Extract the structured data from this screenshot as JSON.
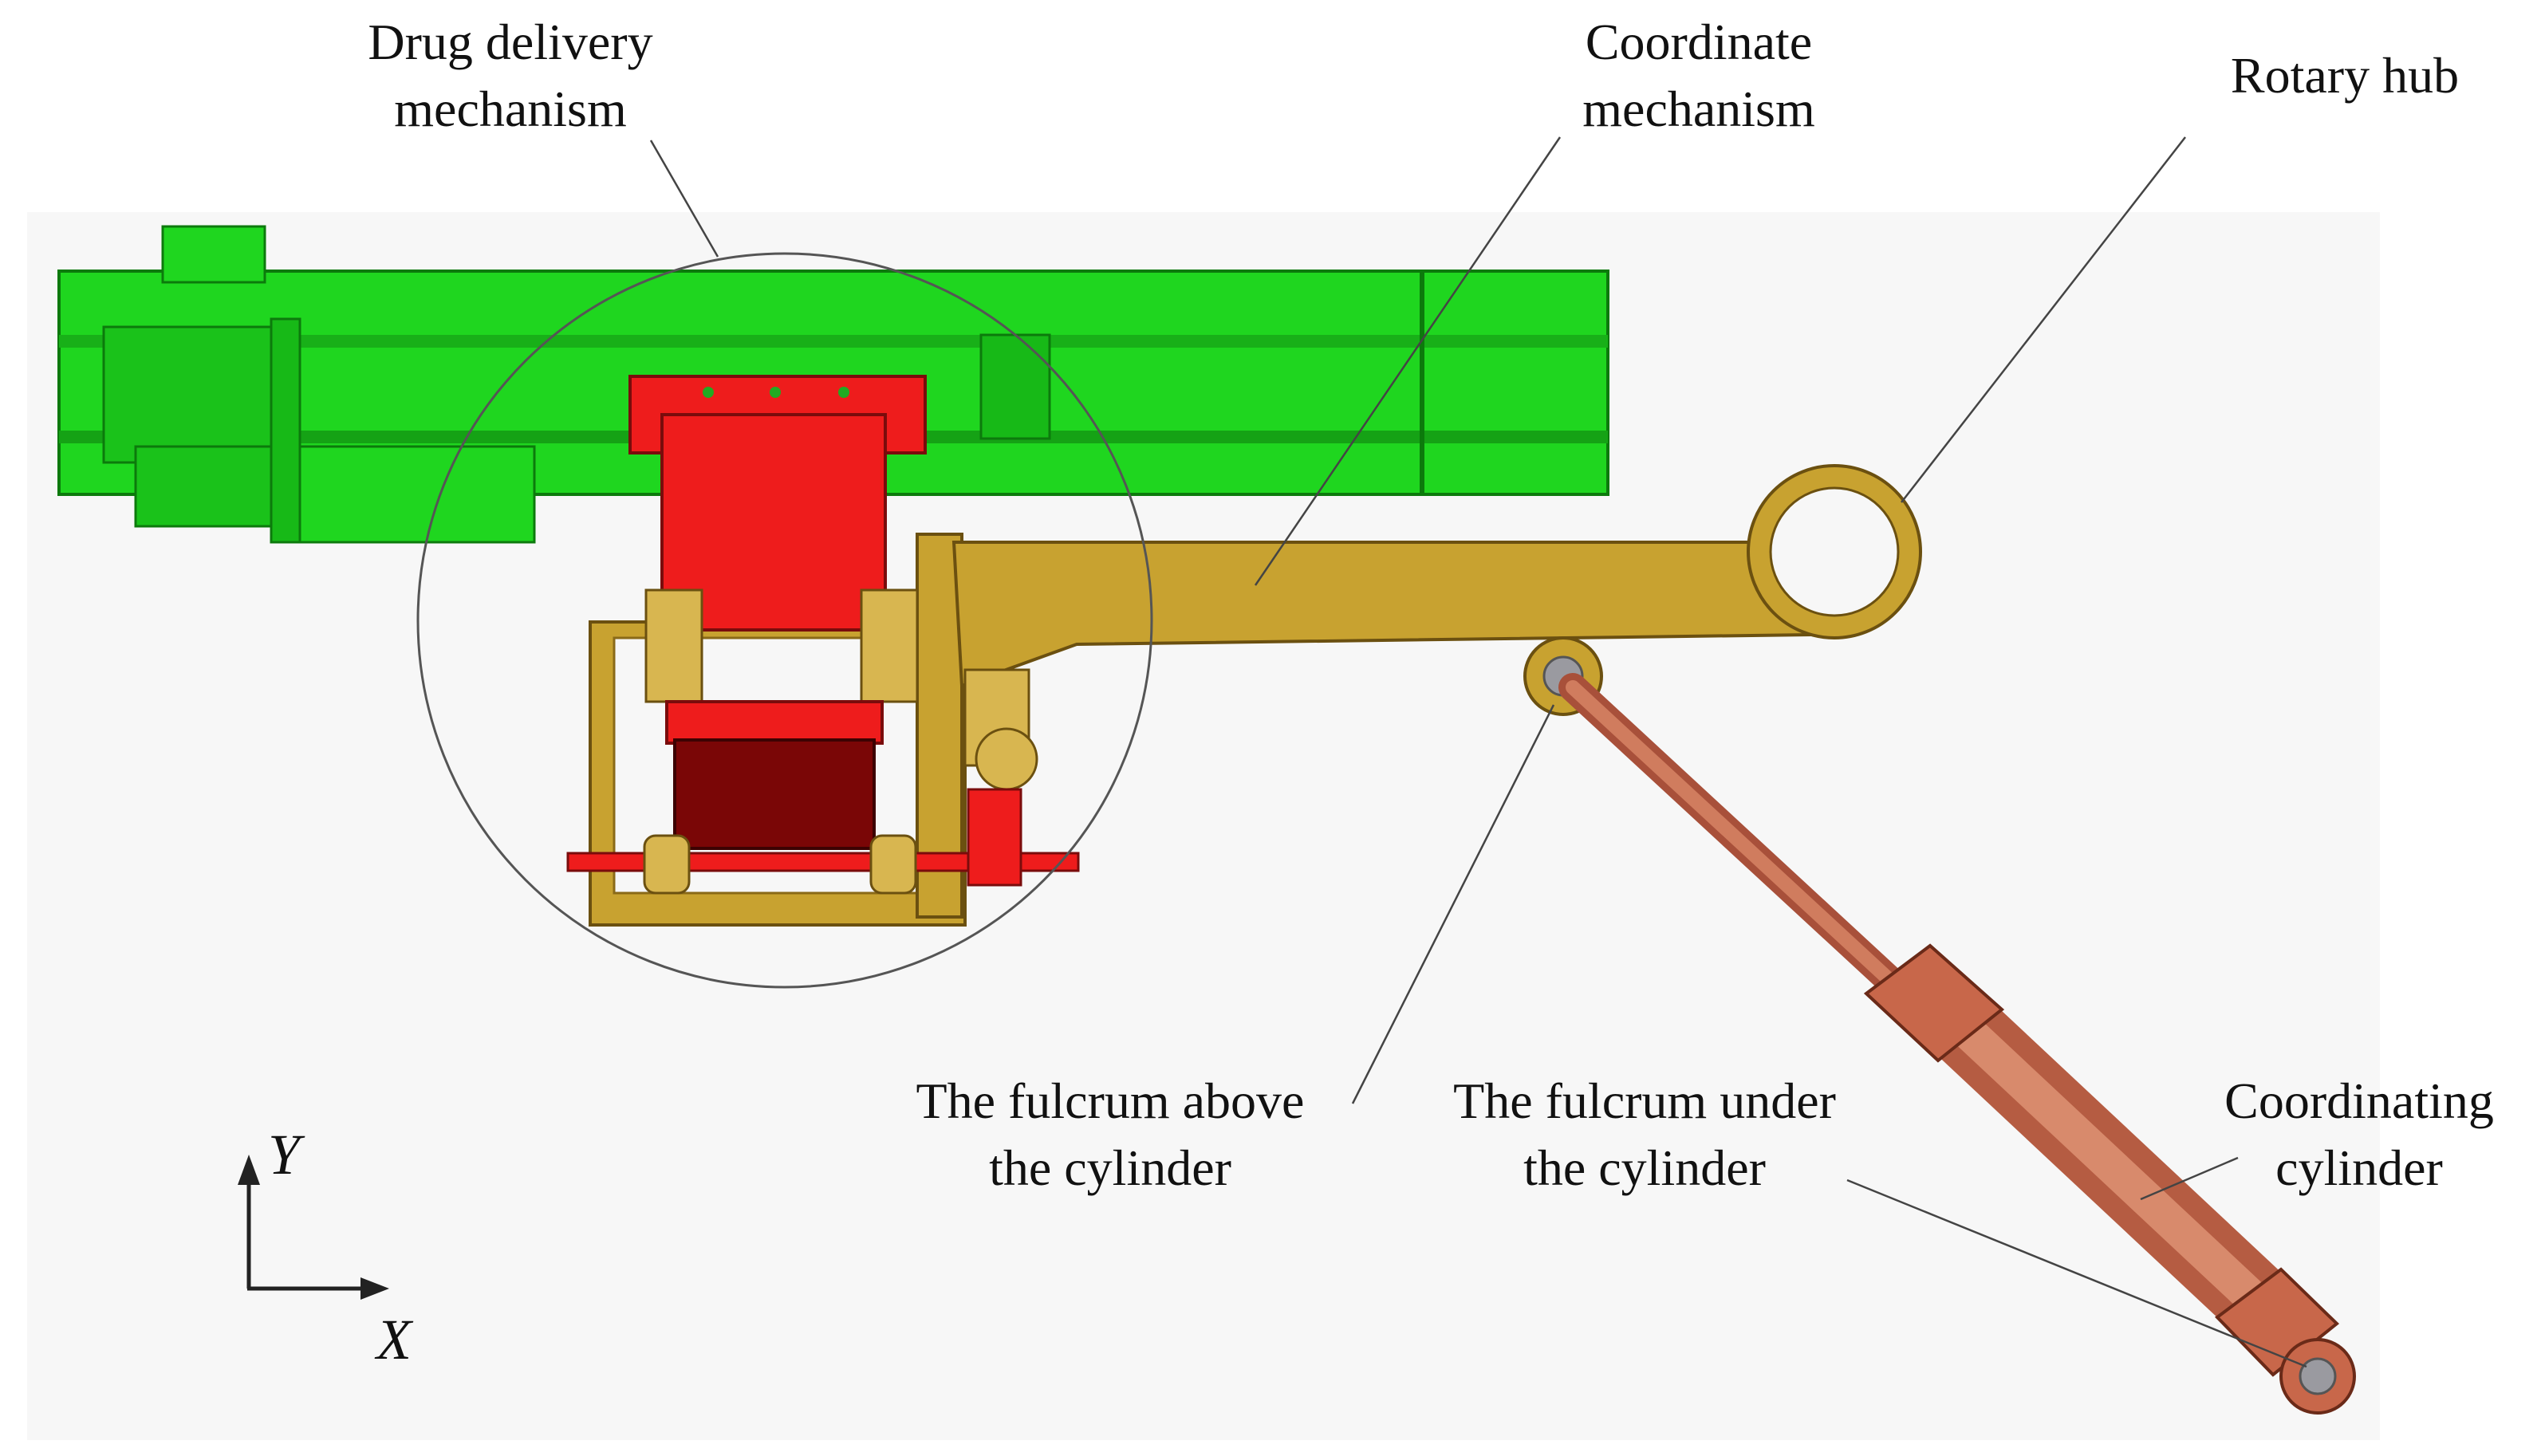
{
  "labels": {
    "drug_delivery": [
      "Drug delivery",
      "mechanism"
    ],
    "coordinate": [
      "Coordinate",
      "mechanism"
    ],
    "rotary_hub": "Rotary hub",
    "fulcrum_above": [
      "The fulcrum above",
      "the cylinder"
    ],
    "fulcrum_under": [
      "The fulcrum under",
      "the cylinder"
    ],
    "coordinating_cylinder": [
      "Coordinating",
      "cylinder"
    ]
  },
  "axes": {
    "y": "Y",
    "x": "X"
  },
  "colors": {
    "boom_green": "#1fd61f",
    "bracket_red": "#ee1c1c",
    "arm_gold": "#c8a230",
    "cylinder_copper": "#c8674a",
    "background": "#f7f7f7"
  }
}
